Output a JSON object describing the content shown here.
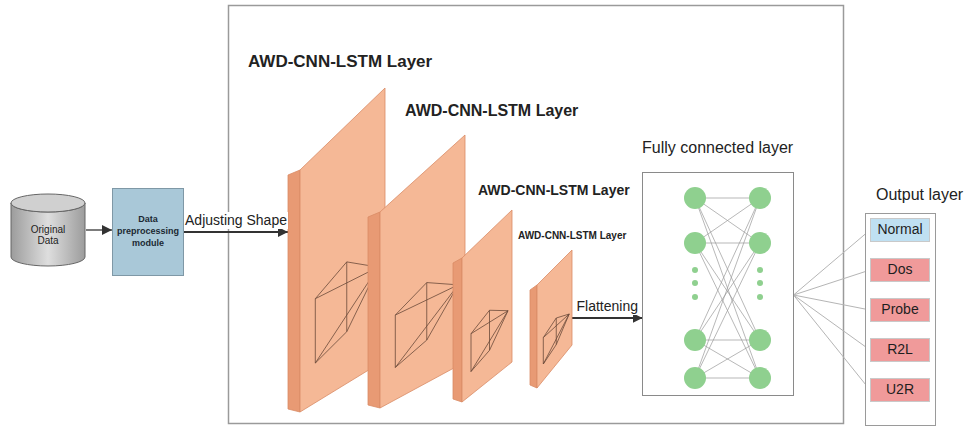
{
  "diagram": {
    "nodes": [
      {
        "text": [
          "Original Data"
        ]
      },
      {
        "text": [
          "Data preprocessing module"
        ]
      },
      {
        "text": [
          "AWD-CNN-LSTM Layer"
        ]
      },
      {
        "text": [
          "AWD-CNN-LSTM Layer"
        ]
      },
      {
        "text": [
          "AWD-CNN-LSTM Layer"
        ]
      },
      {
        "text": [
          "AWD-CNN-LSTM Layer"
        ]
      },
      {
        "text": [
          "Fully connected layer"
        ]
      },
      {
        "text": [
          "Output layer"
        ]
      },
      {
        "text": [
          "Normal"
        ],
        "in": 7
      },
      {
        "text": [
          "Dos"
        ],
        "in": 7
      },
      {
        "text": [
          "Probe"
        ],
        "in": 7
      },
      {
        "text": [
          "R2L"
        ],
        "in": 7
      },
      {
        "text": [
          "U2R"
        ],
        "in": 7
      }
    ],
    "edges": [
      {
        "from": 0,
        "to": 1,
        "arrow": "to"
      },
      {
        "from": 1,
        "to": 2,
        "label": "Adjusting Shape",
        "arrow": "to"
      },
      {
        "from": 5,
        "to": 6,
        "label": "Flattening",
        "arrow": "to"
      },
      {
        "from": 6,
        "to": 8,
        "arrow": "none"
      },
      {
        "from": 6,
        "to": 9,
        "arrow": "none"
      },
      {
        "from": 6,
        "to": 10,
        "arrow": "none"
      },
      {
        "from": 6,
        "to": 11,
        "arrow": "none"
      },
      {
        "from": 6,
        "to": 12,
        "arrow": "none"
      }
    ]
  }
}
